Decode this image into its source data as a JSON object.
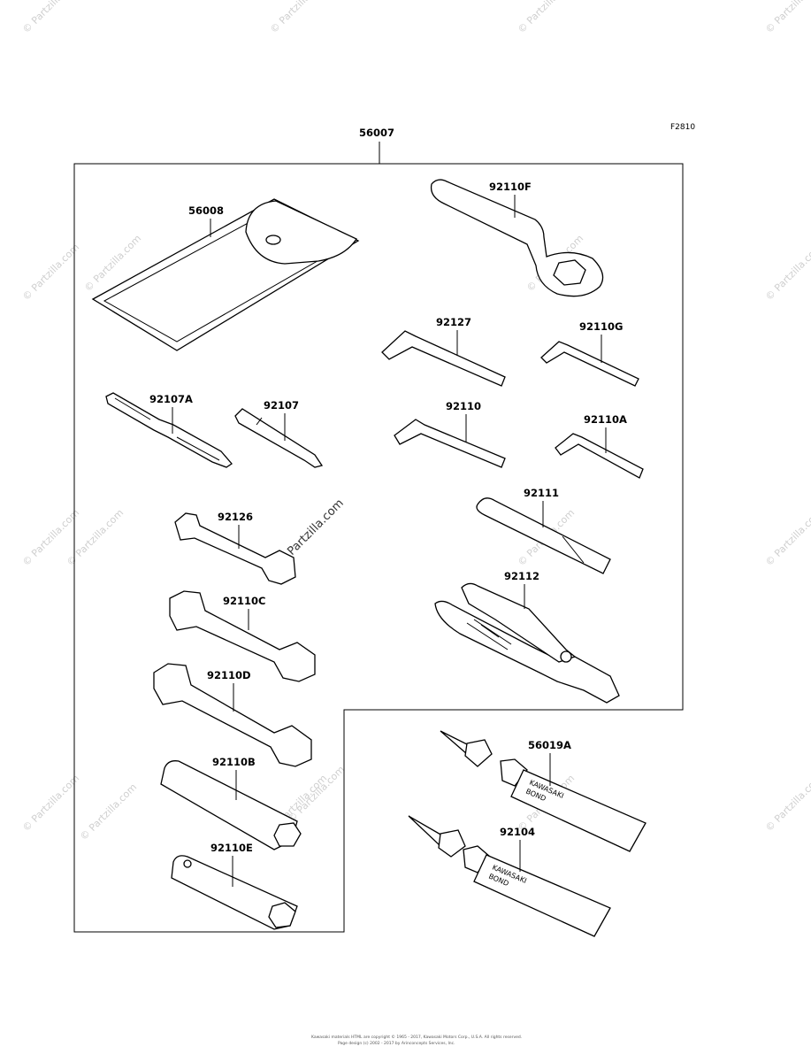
{
  "figure_ref": "F2810",
  "assembly_label": "56007",
  "watermark_text": "© Partzilla.com",
  "parts": [
    {
      "id": "p56008",
      "label": "56008"
    },
    {
      "id": "p92110F",
      "label": "92110F"
    },
    {
      "id": "p92127",
      "label": "92127"
    },
    {
      "id": "p92110G",
      "label": "92110G"
    },
    {
      "id": "p92107A",
      "label": "92107A"
    },
    {
      "id": "p92107",
      "label": "92107"
    },
    {
      "id": "p92110",
      "label": "92110"
    },
    {
      "id": "p92110A",
      "label": "92110A"
    },
    {
      "id": "p92126",
      "label": "92126"
    },
    {
      "id": "p92111",
      "label": "92111"
    },
    {
      "id": "p92112",
      "label": "92112"
    },
    {
      "id": "p92110C",
      "label": "92110C"
    },
    {
      "id": "p92110D",
      "label": "92110D"
    },
    {
      "id": "p56019A",
      "label": "56019A"
    },
    {
      "id": "p92110B",
      "label": "92110B"
    },
    {
      "id": "p92104",
      "label": "92104"
    },
    {
      "id": "p92110E",
      "label": "92110E"
    }
  ],
  "tube_text": {
    "line1": "KAWASAKI",
    "line2": "BOND"
  },
  "footer": {
    "line1": "Kawasaki materials HTML are copyright © 1965 - 2017, Kawasaki Motors Corp., U.S.A. All rights reserved.",
    "line2": "Page design (c) 2002 - 2017 by Arinconcepts Services, Inc."
  }
}
